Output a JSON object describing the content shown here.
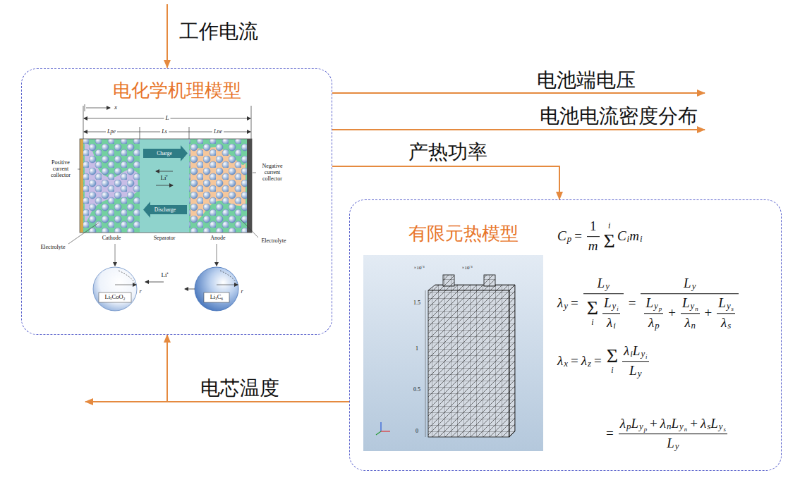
{
  "diagram": {
    "nodes": [
      {
        "text": [
          "电化学机理模型"
        ]
      },
      {
        "text": [
          "有限元热模型"
        ]
      }
    ],
    "edges": [
      {
        "from": 0,
        "to": 1,
        "label": "产热功率",
        "arrow": "to"
      },
      {
        "from": 1,
        "to": 0,
        "label": "电芯温度",
        "arrow": "to"
      }
    ],
    "labels": [
      "工作电流",
      "电池端电压",
      "电池电流密度分布",
      "x",
      "L",
      "Lpe",
      "Ls",
      "Lne",
      "Charge",
      "Li⁺",
      "Discharge",
      "Positive current collector",
      "Negative current collector",
      "Cathode",
      "Separator",
      "Anode",
      "Electrolyte",
      "Electrolyte",
      "LiₓCoO₂",
      "LiₓC₆",
      "Li⁺",
      "r",
      "r",
      "×10⁻³",
      "×10⁻³",
      "1.5",
      "1",
      "0.5",
      "0",
      "C",
      "p",
      "=",
      "1",
      "m",
      "Σ",
      "i",
      "C",
      "i",
      "m",
      "i",
      "λ",
      "y",
      "=",
      "L",
      "y",
      "Σ",
      "i",
      "L",
      "y",
      "i",
      "λ",
      "i",
      "=",
      "L",
      "y",
      "L",
      "y",
      "p",
      "λ",
      "p",
      "+",
      "L",
      "y",
      "n",
      "λ",
      "n",
      "+",
      "L",
      "y",
      "s",
      "λ",
      "s",
      "λ",
      "x",
      "=",
      "λ",
      "z",
      "=",
      "Σ",
      "i",
      "λ",
      "i",
      "L",
      "y",
      "i",
      "L",
      "y",
      "=",
      "λ",
      "p",
      "L",
      "y",
      "p",
      "+",
      "λ",
      "n",
      "L",
      "y",
      "n",
      "+",
      "λ",
      "s",
      "L",
      "y",
      "s",
      "L",
      "y"
    ]
  }
}
